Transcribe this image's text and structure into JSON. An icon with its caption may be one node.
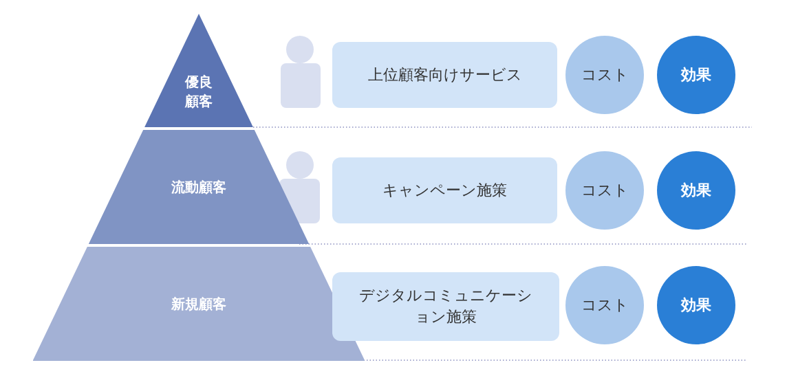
{
  "diagram": {
    "nodes": [
      {
        "text": [
          "優良顧客"
        ]
      },
      {
        "text": [
          "上位顧客向けサービス"
        ]
      },
      {
        "text": [
          "コスト"
        ]
      },
      {
        "text": [
          "効果"
        ]
      },
      {
        "text": [
          "流動顧客"
        ]
      },
      {
        "text": [
          "キャンペーン施策"
        ]
      },
      {
        "text": [
          "コスト"
        ]
      },
      {
        "text": [
          "効果"
        ]
      },
      {
        "text": [
          "新規顧客"
        ]
      },
      {
        "text": [
          "デジタルコミュニケーション施策"
        ]
      },
      {
        "text": [
          "コスト"
        ]
      },
      {
        "text": [
          "効果"
        ]
      }
    ]
  }
}
